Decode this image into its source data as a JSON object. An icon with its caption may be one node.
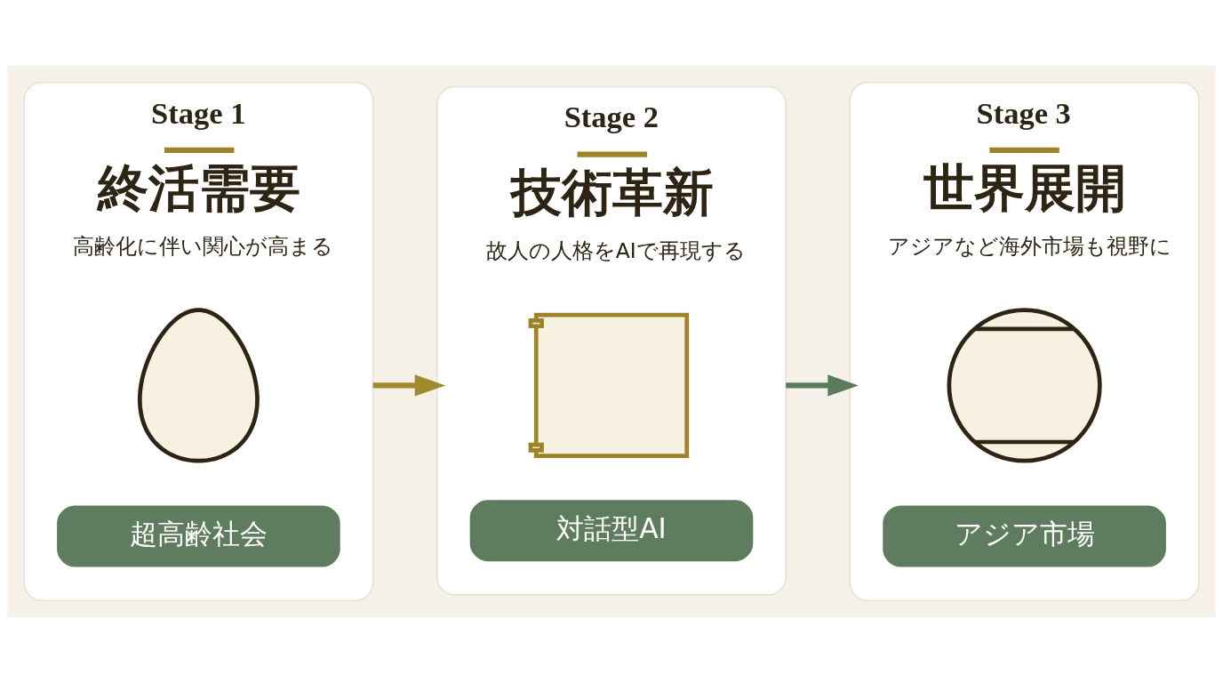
{
  "diagram": {
    "nodes": [
      {
        "text": [
          "Stage 1",
          "終活需要",
          "高齢化に伴い関心が高まる"
        ]
      },
      {
        "text": [],
        "shape": "person",
        "in": 0
      },
      {
        "text": [
          "超高齢社会"
        ],
        "in": 0
      },
      {
        "text": [
          "Stage 2",
          "技術革新",
          "故人の人格をAIで再現する"
        ]
      },
      {
        "text": [],
        "shape": "box",
        "in": 3
      },
      {
        "text": [
          "対話型AI"
        ],
        "in": 3
      },
      {
        "text": [
          "Stage 3",
          "世界展開",
          "アジアなど海外市場も視野に"
        ]
      },
      {
        "text": [],
        "shape": "circle",
        "in": 6
      },
      {
        "text": [
          "アジア市場"
        ],
        "in": 6
      }
    ],
    "edges": [
      {
        "from": 0,
        "to": 3,
        "arrow": "to",
        "color": "#a08a2e"
      },
      {
        "from": 3,
        "to": 6,
        "arrow": "to",
        "color": "#5b7b5c"
      }
    ]
  }
}
